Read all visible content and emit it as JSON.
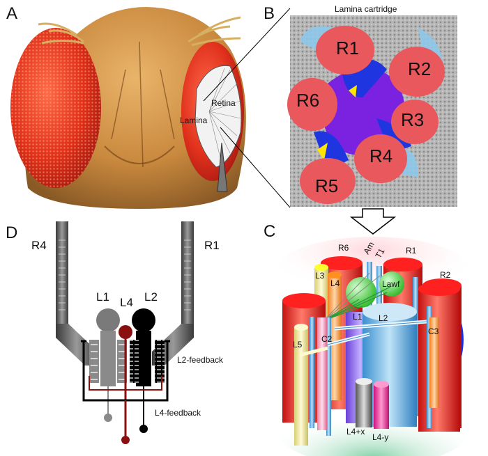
{
  "panels": {
    "a": {
      "letter": "A",
      "labels": {
        "retina": "Retina",
        "lamina": "Lamina"
      }
    },
    "b": {
      "letter": "B",
      "title": "Lamina cartridge",
      "photoreceptors": [
        "R1",
        "R2",
        "R3",
        "R4",
        "R5",
        "R6"
      ]
    },
    "c": {
      "letter": "C",
      "labels": {
        "r6": "R6",
        "am": "Am",
        "t1": "T1",
        "r1": "R1",
        "r2": "R2",
        "l3": "L3",
        "l4": "L4",
        "lawf": "Lawf",
        "l1": "L1",
        "l2": "L2",
        "c3": "C3",
        "l5": "L5",
        "c2": "C2",
        "l4x": "L4+x",
        "l4y": "L4-y"
      }
    },
    "d": {
      "letter": "D",
      "labels": {
        "r4": "R4",
        "r1": "R1",
        "l1": "L1",
        "l4": "L4",
        "l2": "L2",
        "l2_feedback": "L2-feedback",
        "l4_feedback": "L4-feedback"
      }
    }
  }
}
